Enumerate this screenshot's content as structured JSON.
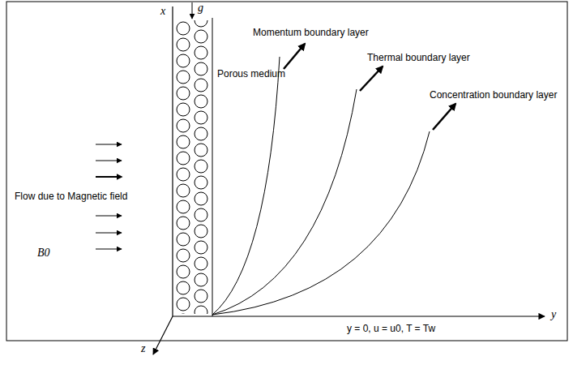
{
  "diagram": {
    "labels": [
      "x",
      "g",
      "Momentum boundary layer",
      "Thermal boundary layer",
      "Concentration boundary layer",
      "Porous medium",
      "Flow due to Magnetic field",
      "B0",
      "y",
      "z",
      "y = 0, u = u0, T = Tw"
    ]
  }
}
